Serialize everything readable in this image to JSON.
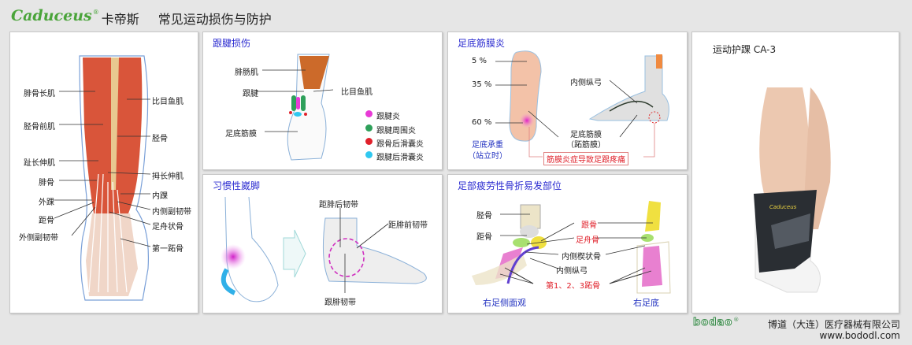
{
  "header": {
    "brand_logo": "Caduceus",
    "brand_name": "卡帝斯",
    "title": "常见运动损伤与防护"
  },
  "panel_anatomy": {
    "left_labels": [
      "腓骨长肌",
      "胫骨前肌",
      "趾长伸肌",
      "腓骨",
      "外踝",
      "距骨",
      "外侧副韧带"
    ],
    "right_labels": [
      "比目鱼肌",
      "胫骨",
      "拇长伸肌",
      "内踝",
      "内侧副韧带",
      "足舟状骨",
      "第一跖骨"
    ]
  },
  "panel_achilles": {
    "title": "跟腱损伤",
    "labels": [
      "腓肠肌",
      "跟腱",
      "比目鱼肌",
      "足底筋膜"
    ],
    "legend": [
      {
        "label": "跟腱炎",
        "color": "#e83ad6"
      },
      {
        "label": "跟腱周围炎",
        "color": "#2ea05a"
      },
      {
        "label": "跟骨后滑囊炎",
        "color": "#e0202a"
      },
      {
        "label": "跟腱后滑囊炎",
        "color": "#30c8f0"
      }
    ]
  },
  "panel_sprain": {
    "title": "习惯性崴脚",
    "labels": [
      "距腓后韧带",
      "距腓前韧带",
      "跟腓韧带"
    ]
  },
  "panel_plantar": {
    "title": "足底筋膜炎",
    "percent_labels": [
      "5 %",
      "35 %",
      "60 %"
    ],
    "load_caption": "足底承重",
    "load_caption_sub": "（站立时）",
    "labels": [
      "内侧纵弓",
      "足底筋膜",
      "（跖筋膜）"
    ],
    "callout": "筋膜炎症导致足跟疼痛"
  },
  "panel_fracture": {
    "title": "足部疲劳性骨折易发部位",
    "labels_black": [
      "胫骨",
      "距骨",
      "内侧楔状骨",
      "内侧纵弓"
    ],
    "labels_red": [
      "跟骨",
      "足舟骨",
      "第1、2、3跖骨"
    ],
    "view_side": "右足侧面观",
    "view_sole": "右足底"
  },
  "panel_product": {
    "title": "运动护踝 CA-3",
    "brace_logo": "Caduceus"
  },
  "footer": {
    "logo": "bodao",
    "company": "博道（大连）医疗器械有限公司",
    "url": "www.bododl.com"
  },
  "watermark": {
    "company": "博道(大连)医疗器械有限公司",
    "url": "www.bododl.com"
  }
}
